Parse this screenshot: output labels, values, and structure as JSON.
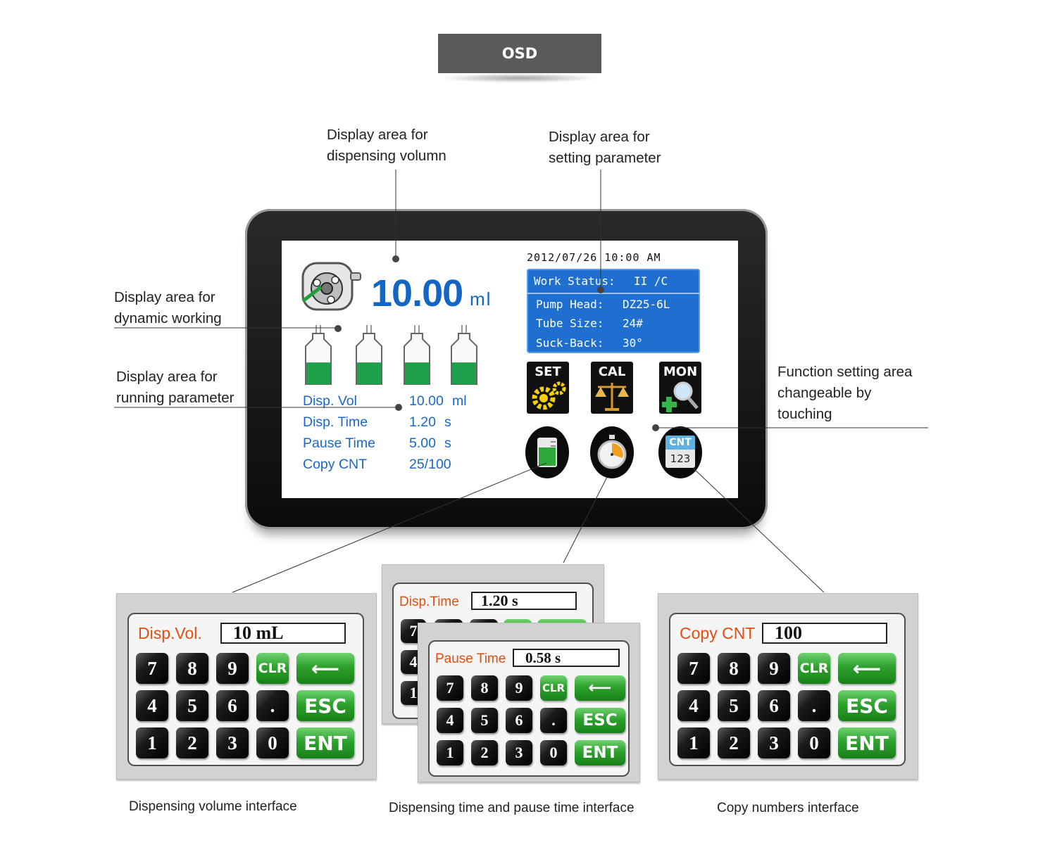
{
  "banner": {
    "title": "OSD"
  },
  "callouts": {
    "dispensing_volumn": [
      "Display area for",
      "dispensing volumn"
    ],
    "setting_parameter": [
      "Display area for",
      "setting parameter"
    ],
    "dynamic_working": [
      "Display area for",
      "dynamic working"
    ],
    "running_parameter": [
      "Display area for",
      "running parameter"
    ],
    "function_setting": [
      "Function setting area",
      "changeable by",
      "touching"
    ]
  },
  "screen": {
    "date": "2012/07/26 10:00 AM",
    "volume_value": "10.00",
    "volume_unit": "ml",
    "status": {
      "work_status_label": "Work Status:",
      "work_status_value": "II /C",
      "rows": [
        {
          "label": "Pump Head:",
          "value": "DZ25-6L"
        },
        {
          "label": "Tube Size:",
          "value": "24#"
        },
        {
          "label": "Suck-Back:",
          "value": "30°"
        }
      ]
    },
    "running_params": [
      {
        "label": "Disp. Vol",
        "value": "10.00",
        "unit": "ml"
      },
      {
        "label": "Disp. Time",
        "value": "1.20",
        "unit": "s"
      },
      {
        "label": "Pause Time",
        "value": "5.00",
        "unit": "s"
      },
      {
        "label": "Copy CNT",
        "value": "25/100",
        "unit": ""
      }
    ],
    "function_buttons": {
      "set": "SET",
      "cal": "CAL",
      "mon": "MON",
      "cnt": "CNT",
      "cnt_num": "123"
    },
    "bottle_fill_levels": [
      0.55,
      0.55,
      0.55,
      0.55
    ]
  },
  "keypads": {
    "volume": {
      "label": "Disp.Vol.",
      "value": "10 mL"
    },
    "time_back": {
      "label": "Disp.Time",
      "value": "1.20 s"
    },
    "pause": {
      "label": "Pause Time",
      "value": "0.58 s"
    },
    "copy": {
      "label": "Copy CNT",
      "value": "100"
    },
    "keys": {
      "k7": "7",
      "k8": "8",
      "k9": "9",
      "k4": "4",
      "k5": "5",
      "k6": "6",
      "k1": "1",
      "k2": "2",
      "k3": "3",
      "k0": "0",
      "dot": ".",
      "clr": "CLR",
      "esc": "ESC",
      "ent": "ENT",
      "back": "⟵"
    }
  },
  "captions": {
    "volume": "Dispensing volume interface",
    "time": "Dispensing time and pause time interface",
    "copy": "Copy numbers interface"
  },
  "colors": {
    "screen_blue": "#1366c4",
    "status_blue": "#1f6fd0",
    "label_orange": "#e24d10",
    "key_green": "#2ea12e"
  }
}
